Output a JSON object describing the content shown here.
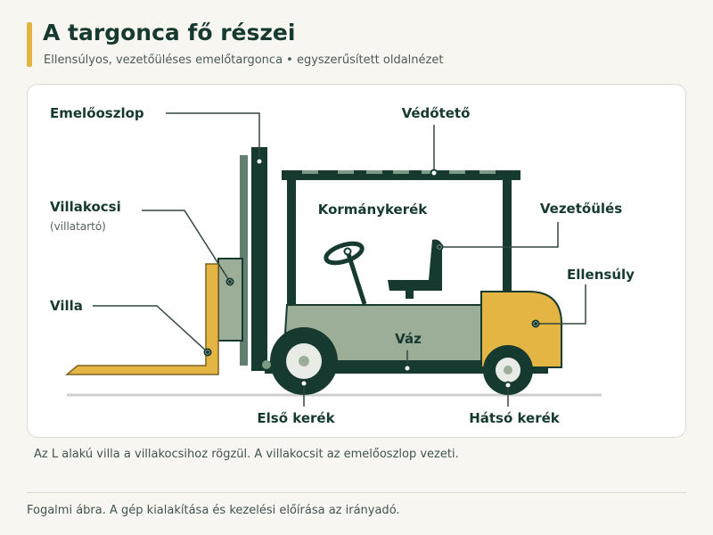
{
  "header": {
    "title": "A targonca fő részei",
    "subtitle": "Ellensúlyos, vezetőüléses emelőtargonca • egyszerűsített oldalnézet"
  },
  "labels": {
    "mast": "Emelőoszlop",
    "roof": "Védőtető",
    "carriage": "Villakocsi",
    "carriage_sub": "(villatartó)",
    "steering": "Kormánykerék",
    "seat": "Vezetőülés",
    "counterweight": "Ellensúly",
    "fork": "Villa",
    "frame": "Váz",
    "front_wheel": "Első kerék",
    "rear_wheel": "Hátsó kerék"
  },
  "caption": "Az L alakú villa a villakocsihoz rögzül. A villakocsit az emelőoszlop vezeti.",
  "footer": "Fogalmi ábra. A gép kialakítása és kezelési előírása az irányadó.",
  "colors": {
    "dark": "#163a30",
    "frame_fill": "#9cae98",
    "accent": "#e4b543",
    "mast_guide": "#62806f",
    "ground": "#cfcfcf"
  }
}
